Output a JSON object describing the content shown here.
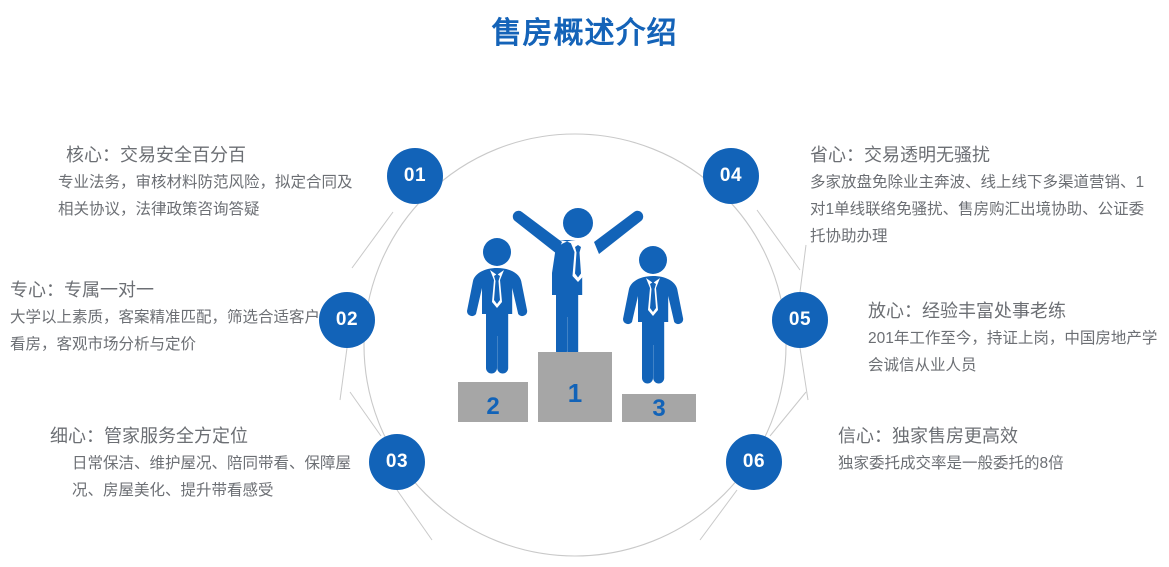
{
  "page": {
    "title": "售房概述介绍",
    "accent_color": "#1263b8",
    "text_color": "#6c6f74",
    "ring_color": "#c9c9c9",
    "podium_color": "#a6a6a6",
    "background": "#ffffff"
  },
  "nodes": [
    {
      "id": "01",
      "label": "01"
    },
    {
      "id": "02",
      "label": "02"
    },
    {
      "id": "03",
      "label": "03"
    },
    {
      "id": "04",
      "label": "04"
    },
    {
      "id": "05",
      "label": "05"
    },
    {
      "id": "06",
      "label": "06"
    }
  ],
  "blocks": [
    {
      "number": "01",
      "title": "核心：交易安全百分百",
      "body": "专业法务，审核材料防范风险，拟定合同及相关协议，法律政策咨询答疑"
    },
    {
      "number": "02",
      "title": "专心：专属一对一",
      "body": "大学以上素质，客案精准匹配，筛选合适客户看房，客观市场分析与定价"
    },
    {
      "number": "03",
      "title": "细心：管家服务全方定位",
      "body": "日常保洁、维护屋况、陪同带看、保障屋况、房屋美化、提升带看感受"
    },
    {
      "number": "04",
      "title": "省心：交易透明无骚扰",
      "body": "多家放盘免除业主奔波、线上线下多渠道营销、1对1单线联络免骚扰、售房购汇出境协助、公证委托协助办理"
    },
    {
      "number": "05",
      "title": "放心：经验丰富处事老练",
      "body": "201年工作至今，持证上岗，中国房地产学会诚信从业人员"
    },
    {
      "number": "06",
      "title": "信心：独家售房更高效",
      "body": "独家委托成交率是一般委托的8倍"
    }
  ],
  "podium": {
    "places": [
      {
        "rank": "1",
        "position": "center"
      },
      {
        "rank": "2",
        "position": "left"
      },
      {
        "rank": "3",
        "position": "right"
      }
    ]
  }
}
